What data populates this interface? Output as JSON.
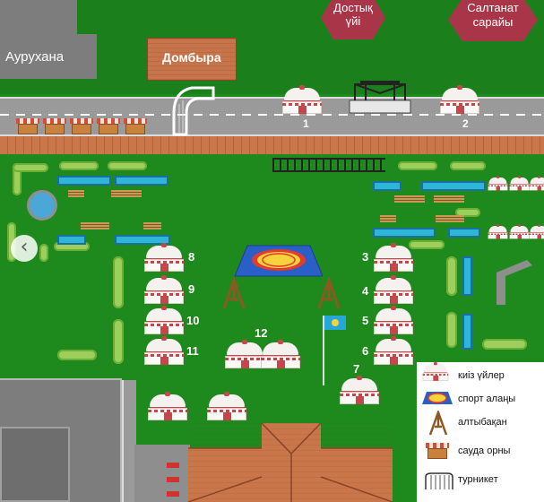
{
  "buildings": {
    "hospital": "Аурухана",
    "dombyra": "Домбыра",
    "dostyk": "Достық\nүйі",
    "saltanat": "Салтанат\nсарайы"
  },
  "road_numbers": [
    "1",
    "2"
  ],
  "yurt_numbers": {
    "n3": "3",
    "n4": "4",
    "n5": "5",
    "n6": "6",
    "n7": "7",
    "n8": "8",
    "n9": "9",
    "n10": "10",
    "n11": "11",
    "n12": "12"
  },
  "legend": {
    "yurts": "киіз үйлер",
    "sport": "спорт алаңы",
    "swing": "алтыбақан",
    "trade": "сауда орны",
    "turnstile": "турникет"
  },
  "nav": {
    "prev_arrow": "‹"
  },
  "colors": {
    "grass": "#1e8a1e",
    "road": "#9a9a9a",
    "brick": "#c9774a",
    "accent_red": "#b5304a"
  }
}
